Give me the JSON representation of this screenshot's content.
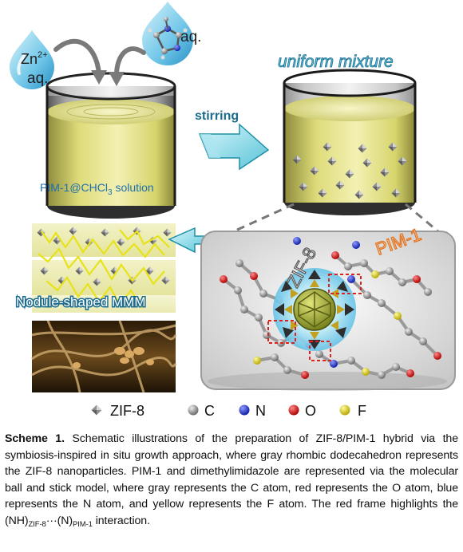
{
  "drops": {
    "zinc_label": "Zn",
    "zinc_charge": "2+",
    "zinc_aq": "aq.",
    "ligand_aq": "aq."
  },
  "beakers": {
    "left_solution_prefix": "PIM-1@CHCl",
    "left_solution_sub": "3",
    "left_solution_suffix": " solution",
    "right_title": "uniform mixture"
  },
  "arrows": {
    "stirring_label": "stirring"
  },
  "membrane": {
    "label": "Nodule-shaped MMM"
  },
  "panel": {
    "zif_label": "ZIF-8",
    "pim_label": "PIM-1"
  },
  "legend": {
    "zif": "ZIF-8",
    "c": "C",
    "n": "N",
    "o": "O",
    "f": "F"
  },
  "colors": {
    "carbon": "#8c8c8c",
    "nitrogen": "#2233cc",
    "oxygen": "#dd1111",
    "fluorine": "#e8d800",
    "solution": "#e6e48a",
    "arrow": "#7fd8e6",
    "frame": "#e0201c"
  },
  "caption": {
    "label": "Scheme 1.",
    "text_1": " Schematic illustrations of the preparation of ZIF-8/PIM-1 hybrid via the symbiosis-inspired in situ growth approach, where gray rhombic dodecahedron represents the ZIF-8 nanoparticles. PIM-1 and dimethylimidazole are represented via the molecular ball and stick model, where gray represents the C atom, red represents the O atom, blue represents the N atom, and yellow represents the F atom. The red frame highlights the (NH)",
    "sub_1": "ZIF-8",
    "text_2": "···(N)",
    "sub_2": "PIM-1",
    "text_3": " interaction."
  }
}
